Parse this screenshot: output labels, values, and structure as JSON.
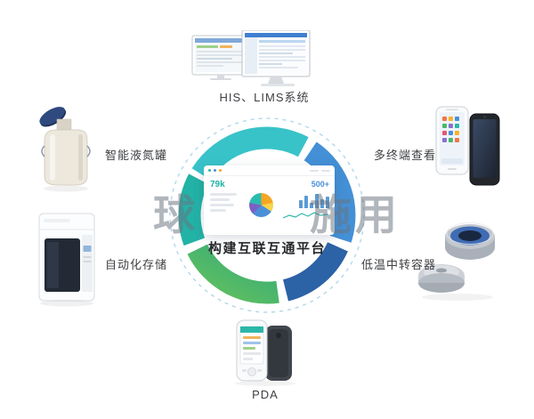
{
  "title": "构建互联互通平台",
  "watermark": {
    "left_fragment": "球",
    "right_fragment": "施用"
  },
  "nodes": {
    "top": {
      "label": "HIS、LIMS系统"
    },
    "left_top": {
      "label": "智能液氮罐"
    },
    "left_bottom": {
      "label": "自动化存储"
    },
    "right_top": {
      "label": "多终端查看"
    },
    "right_bottom": {
      "label": "低温中转容器"
    },
    "bottom": {
      "label": "PDA"
    }
  },
  "center_dashboard": {
    "kpi_left": "79k",
    "kpi_right": "500+"
  },
  "ring": {
    "colors": {
      "cyan": "#38c3c9",
      "blue": "#4490d6",
      "navy": "#2c62a6",
      "green_start": "#2fa87c",
      "green_end": "#63c15e",
      "teal": "#23b2a6"
    },
    "dashed_color": "#b0d8ea"
  }
}
